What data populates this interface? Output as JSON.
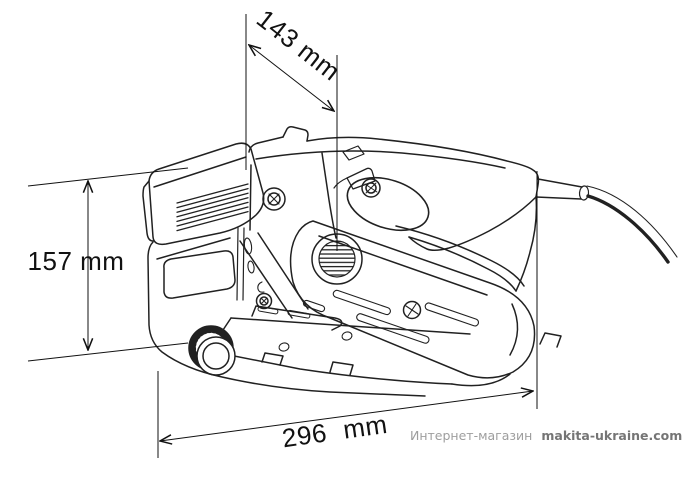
{
  "diagram": {
    "dimensions": {
      "top_diagonal": "143 mm",
      "left_height": "157 mm",
      "bottom_length": "296 mm"
    },
    "watermark": {
      "prefix": "Интернет-магазин",
      "site": "makita-ukraine.com"
    },
    "colors": {
      "line_art": "#212121",
      "dimension_lines": "#111111",
      "background": "#ffffff",
      "watermark_prefix": "#9e9e9e",
      "watermark_site": "#757575"
    }
  }
}
